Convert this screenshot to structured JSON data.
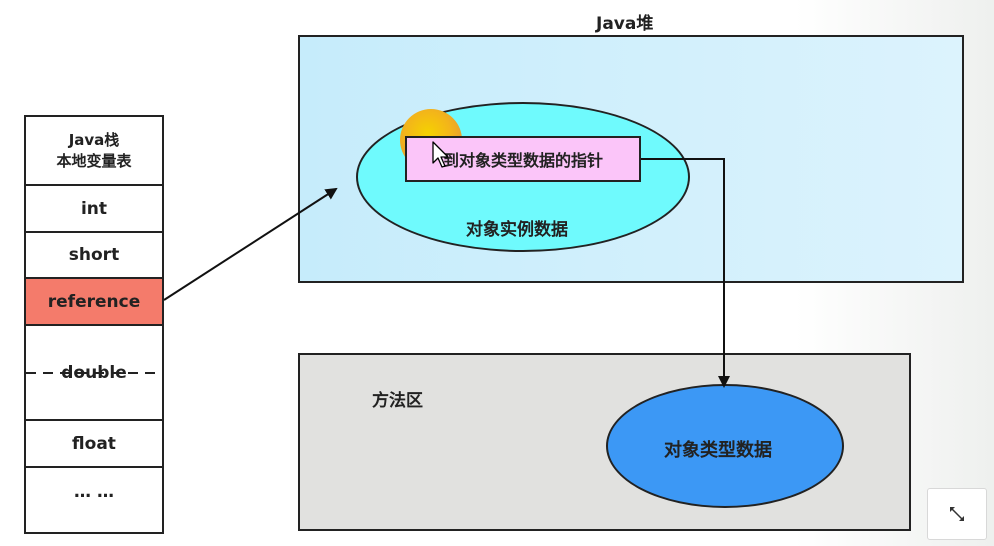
{
  "heap": {
    "title": "Java堆",
    "instance_label": "对象实例数据",
    "pointer_label": "到对象类型数据的指针"
  },
  "method_area": {
    "title": "方法区",
    "type_label": "对象类型数据"
  },
  "stack": {
    "title_line1": "Java栈",
    "title_line2": "本地变量表",
    "items": [
      "int",
      "short",
      "reference",
      "double",
      "float",
      "… …"
    ]
  },
  "colors": {
    "reference_highlight": "#f47b6b",
    "heap_bg": "#c6ecfb",
    "instance_ellipse": "#6ffafd",
    "pointer_box": "#fbc5f9",
    "type_ellipse": "#3c98f5",
    "method_area_bg": "#e1e1df"
  },
  "icons": {
    "expand": "expand-icon",
    "cursor": "mouse-cursor-icon"
  }
}
